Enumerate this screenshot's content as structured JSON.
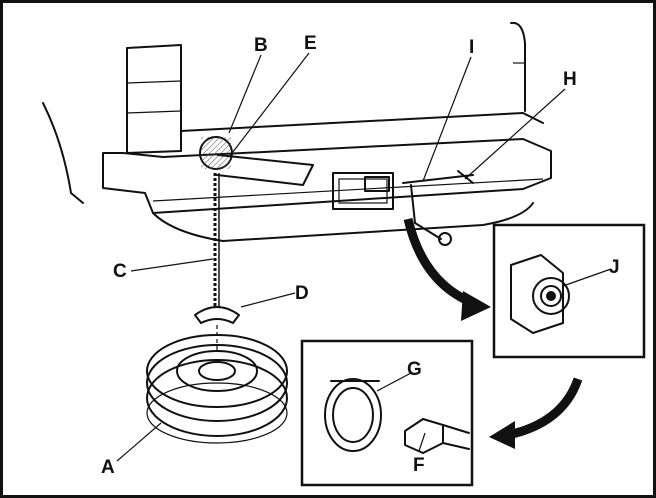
{
  "diagram": {
    "labels": {
      "A": "A",
      "B": "B",
      "C": "C",
      "D": "D",
      "E": "E",
      "F": "F",
      "G": "G",
      "H": "H",
      "I": "I",
      "J": "J"
    }
  }
}
